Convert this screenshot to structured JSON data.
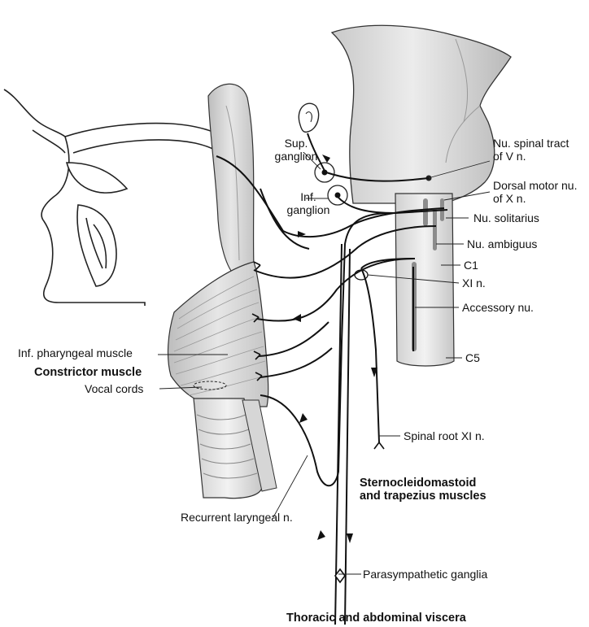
{
  "labels": {
    "sup_ganglion_1": "Sup.",
    "sup_ganglion_2": "ganglion",
    "inf_ganglion_1": "Inf.",
    "inf_ganglion_2": "ganglion",
    "nu_spinal_tract_1": "Nu. spinal tract",
    "nu_spinal_tract_2": "of V n.",
    "dorsal_motor_1": "Dorsal motor nu.",
    "dorsal_motor_2": "of X n.",
    "nu_solitarius": "Nu. solitarius",
    "nu_ambiguus": "Nu. ambiguus",
    "c1": "C1",
    "xi_n": "XI n.",
    "accessory_nu": "Accessory nu.",
    "c5": "C5",
    "inf_pharyngeal": "Inf. pharyngeal muscle",
    "constrictor": "Constrictor muscle",
    "vocal_cords": "Vocal cords",
    "spinal_root": "Spinal root XI n.",
    "sternocleido_1": "Sternocleidomastoid",
    "sternocleido_2": "and trapezius muscles",
    "recurrent": "Recurrent laryngeal n.",
    "parasympathetic": "Parasympathetic ganglia",
    "viscera": "Thoracic and abdominal viscera"
  },
  "colors": {
    "line": "#111111",
    "tissue": "#e4e4e4",
    "tissue_dark": "#a8a8a8",
    "nucleus": "#8c8c8c"
  }
}
